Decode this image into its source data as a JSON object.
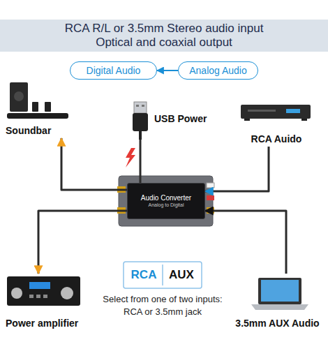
{
  "diagram": {
    "title": "RCA R/L or 3.5mm Stereo audio input Optical and coaxial output",
    "nodes": [
      {
        "text": [
          "Digital Audio"
        ]
      },
      {
        "text": [
          "Analog Audio"
        ]
      },
      {
        "text": [
          "Soundbar"
        ]
      },
      {
        "text": [
          "USB Power"
        ]
      },
      {
        "text": [
          "RCA Auido"
        ]
      },
      {
        "text": [
          "Audio Converter",
          "Analog to Digital"
        ]
      },
      {
        "text": [
          "Power amplifier"
        ]
      },
      {
        "text": [
          "RCA"
        ]
      },
      {
        "text": [
          "AUX"
        ]
      },
      {
        "text": [
          "3.5mm AUX Audio"
        ]
      }
    ],
    "edges": [
      {
        "from": 1,
        "to": 0,
        "arrow": "to"
      },
      {
        "from": 5,
        "to": 2,
        "arrow": "to"
      },
      {
        "from": 3,
        "to": 5,
        "arrow": "none"
      },
      {
        "from": 4,
        "to": 5,
        "arrow": "to"
      },
      {
        "from": 5,
        "to": 6,
        "arrow": "to"
      },
      {
        "from": 9,
        "to": 5,
        "arrow": "to"
      }
    ],
    "labels": [
      "Select from one of two inputs: RCA or 3.5mm jack"
    ]
  }
}
